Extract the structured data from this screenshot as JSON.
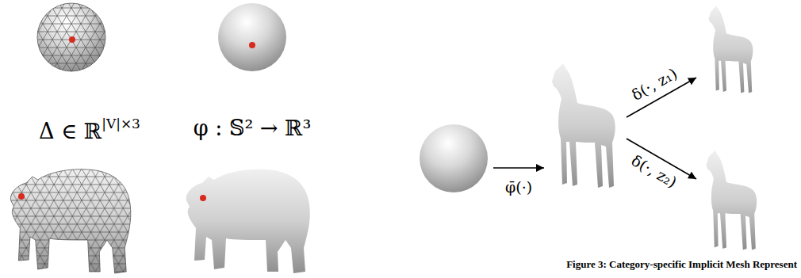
{
  "diagram": {
    "caption": "Figure 3: Category-specific Implicit Mesh Represent",
    "labels": [
      "Δ ∈ ℝ",
      "|V|×3",
      "φ : 𝕊² → ℝ³",
      "φ̄(·)",
      "δ(·, z₁)",
      "δ(·, z₂)"
    ]
  }
}
